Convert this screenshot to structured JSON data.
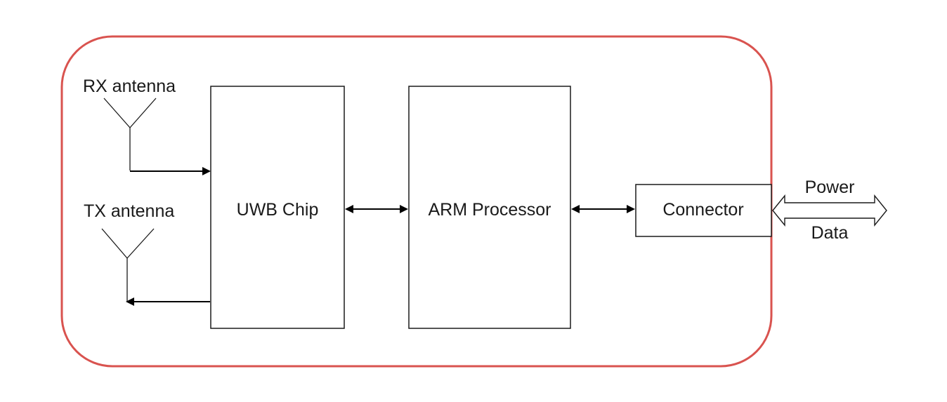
{
  "diagram": {
    "border_color": "#d9534f",
    "rx_antenna_label": "RX antenna",
    "tx_antenna_label": "TX antenna",
    "uwb_chip_label": "UWB Chip",
    "arm_processor_label": "ARM Processor",
    "connector_label": "Connector",
    "power_label": "Power",
    "data_label": "Data",
    "icons": {
      "rx_antenna": "antenna-icon",
      "tx_antenna": "antenna-icon",
      "external_link": "double-headed-hollow-arrow-icon"
    }
  }
}
